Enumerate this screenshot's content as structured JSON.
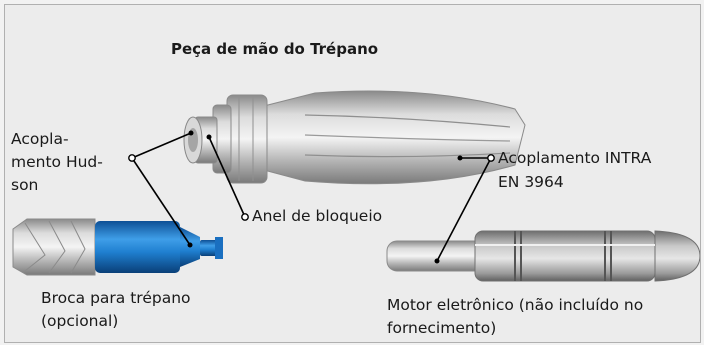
{
  "title": "Peça de mão do Trépano",
  "labels": {
    "hudson": [
      "Acopla-",
      "mento Hud-",
      "son"
    ],
    "lock_ring": "Anel de bloqueio",
    "intra": [
      "Acoplamento INTRA",
      "EN 3964"
    ],
    "trephine_drill": [
      "Broca para trépano",
      "(opcional)"
    ],
    "motor": [
      "Motor eletrônico (não incluído no",
      "fornecimento)"
    ]
  },
  "colors": {
    "metal": "#b8b8b8",
    "drill_blue": "#1f7fd0",
    "leader_line": "#000000",
    "background": "#ececec"
  }
}
